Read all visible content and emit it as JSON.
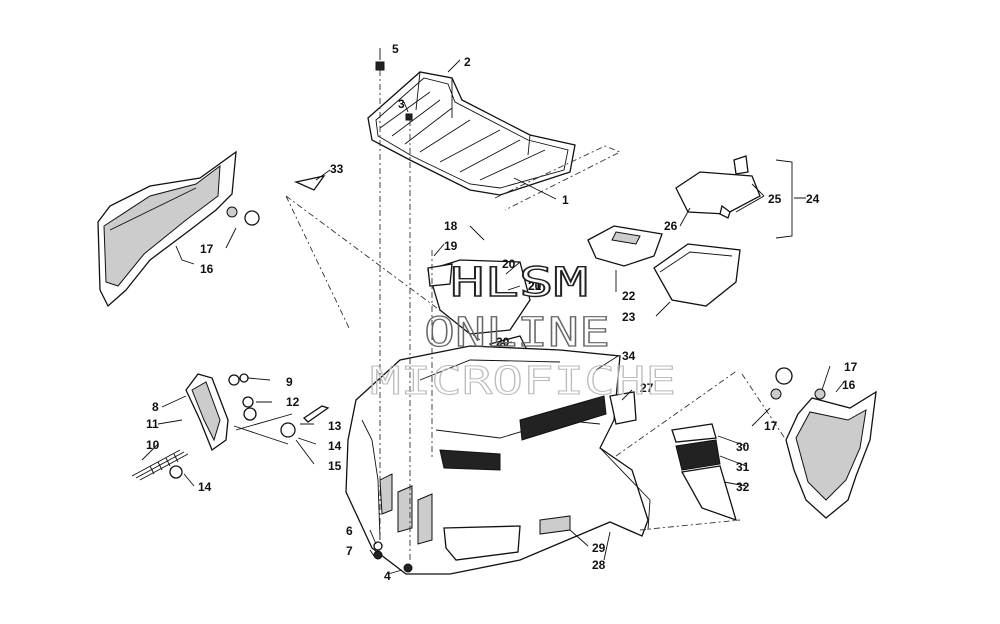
{
  "callouts": [
    "1",
    "2",
    "3",
    "4",
    "5",
    "6",
    "7",
    "8",
    "9",
    "10",
    "11",
    "12",
    "13",
    "14",
    "14",
    "15",
    "16",
    "16",
    "17",
    "17",
    "17",
    "18",
    "19",
    "20",
    "20",
    "20",
    "21",
    "22",
    "23",
    "24",
    "25",
    "26",
    "27",
    "28",
    "29",
    "30",
    "31",
    "32",
    "33",
    "34"
  ],
  "watermark": {
    "line1": "HLSM",
    "line2": "ONLINE",
    "line3": "MICROFICHE"
  }
}
